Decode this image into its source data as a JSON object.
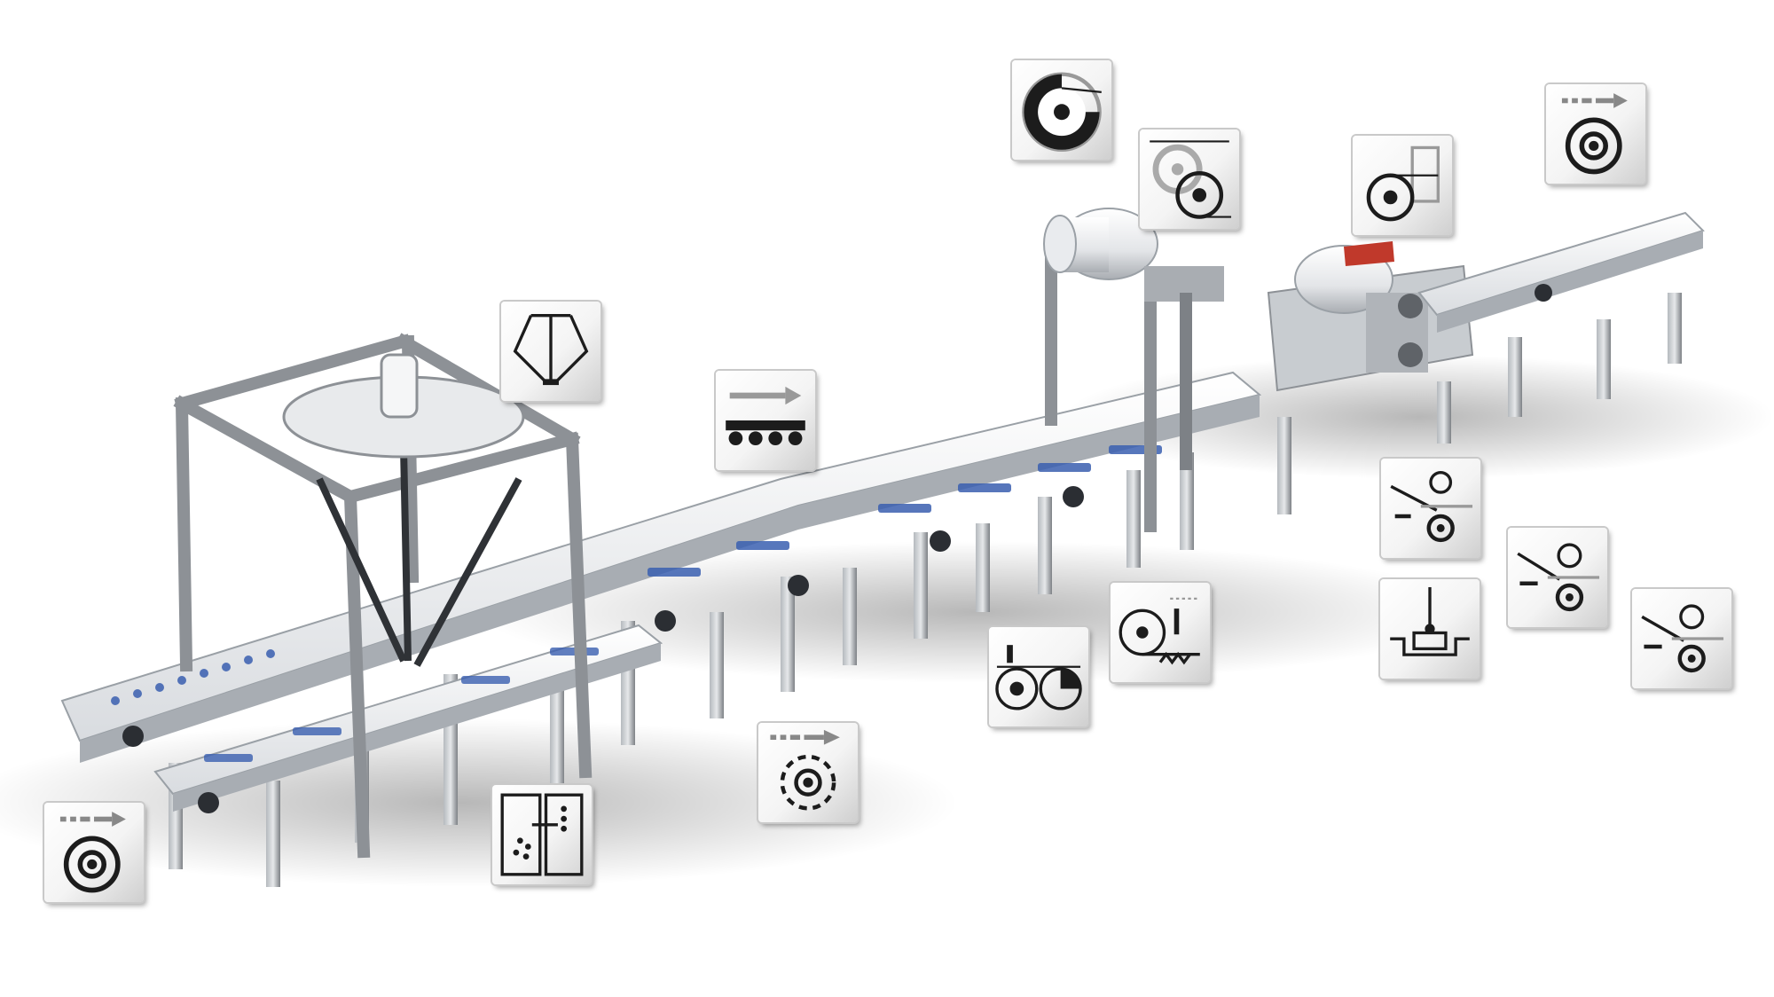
{
  "colors": {
    "background": "#ffffff",
    "frame": "#8d9196",
    "frame_dark": "#5f6368",
    "belt": "#f3f4f6",
    "product": "#3a5fb0",
    "accent_red": "#c0392b",
    "icon_ink": "#1c1c1c",
    "tile_border": "#c9c9c9"
  },
  "icons": [
    {
      "id": "infeed-axis-left",
      "name": "rotary-axis-with-feed-arrow-icon"
    },
    {
      "id": "camera-check",
      "name": "vision-inspection-icon"
    },
    {
      "id": "delta-robot",
      "name": "delta-robot-icon"
    },
    {
      "id": "linear-conveyor",
      "name": "linear-conveyor-rollers-icon"
    },
    {
      "id": "rotary-index",
      "name": "rotary-indexing-axis-icon"
    },
    {
      "id": "roll-pair-nip",
      "name": "nip-roller-pair-icon"
    },
    {
      "id": "web-tension",
      "name": "web-tension-control-icon"
    },
    {
      "id": "unwinder",
      "name": "unwinder-reel-icon"
    },
    {
      "id": "two-roll-unwind",
      "name": "twin-roll-unwind-icon"
    },
    {
      "id": "splicer",
      "name": "reel-splicer-icon"
    },
    {
      "id": "outfeed-axis-right",
      "name": "rotary-axis-with-feed-arrow-icon"
    },
    {
      "id": "rotary-knife",
      "name": "rotary-knife-icon"
    },
    {
      "id": "cross-cutter",
      "name": "cross-cutter-icon"
    },
    {
      "id": "sealing-station",
      "name": "sealing-station-icon"
    },
    {
      "id": "rotary-knife-right",
      "name": "rotary-knife-icon"
    }
  ],
  "illustration": {
    "name": "packaging-line-illustration"
  }
}
